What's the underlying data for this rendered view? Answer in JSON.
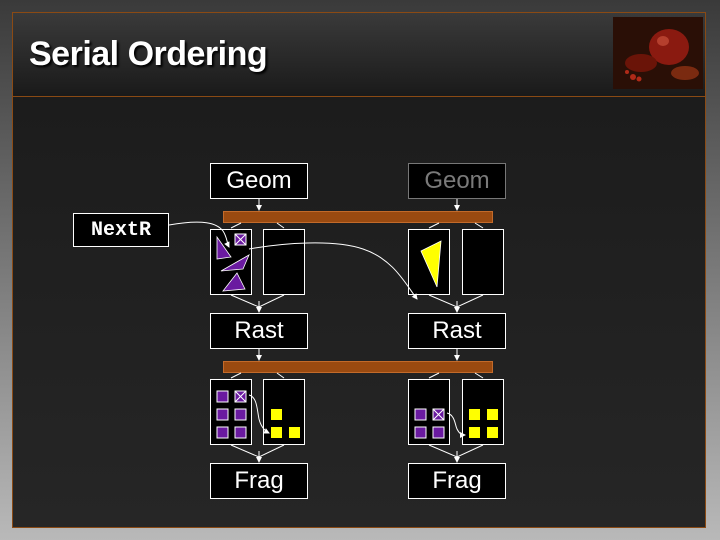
{
  "slide": {
    "title": "Serial Ordering",
    "accent_color": "#8a4a14",
    "photo_icon": "pomegranate-photo"
  },
  "diagram": {
    "next_register": "NextR",
    "left_pipeline": {
      "geom": "Geom",
      "rast": "Rast",
      "frag": "Frag"
    },
    "right_pipeline": {
      "geom": "Geom",
      "rast": "Rast",
      "frag": "Frag"
    },
    "colors": {
      "purple": "#6a1aa0",
      "yellow": "#ffff00",
      "bar": "#9a4a10"
    }
  }
}
